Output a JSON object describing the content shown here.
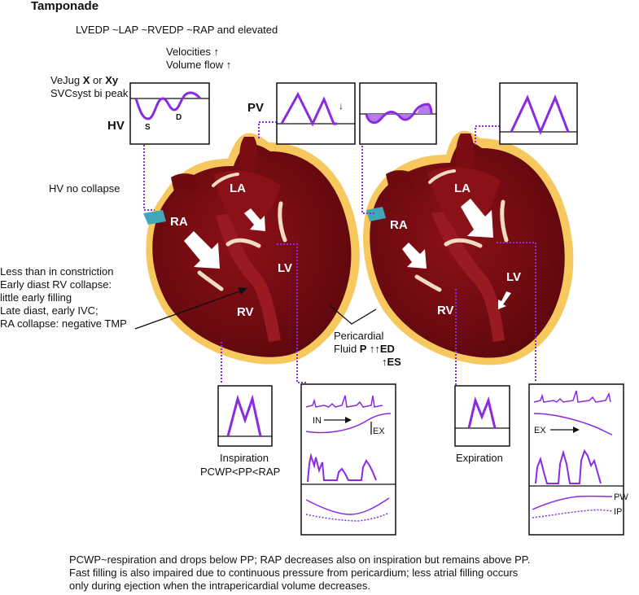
{
  "title": "Tamponade",
  "subtitle": "LVEDP ~LAP ~RVEDP ~RAP and elevated",
  "velocities": "Velocities ↑",
  "volume_flow": "Volume flow ↑",
  "vejug": {
    "prefix": "VeJug ",
    "x": "X",
    "or": " or ",
    "xy": "Xy"
  },
  "svc": "SVCsyst bi peak",
  "hv_label": "HV",
  "hv_s": "S",
  "hv_d": "D",
  "pv_label": "PV",
  "pv_arrow": "↓",
  "hv_no_collapse": "HV no collapse",
  "heart_labels": {
    "la": "LA",
    "ra": "RA",
    "lv": "LV",
    "rv": "RV"
  },
  "left_notes": [
    "Less than in constriction",
    "Early diast RV collapse:",
    "little early filling",
    "Late diast, early IVC;",
    "RA collapse: negative TMP"
  ],
  "pericardial": {
    "line1": "Pericardial",
    "line2_prefix": "Fluid ",
    "line2_bold": "P ↑↑ED",
    "line3": "↑ES"
  },
  "inspiration": "Inspiration",
  "pressure_order": "PCWP<PP<RAP",
  "expiration": "Expiration",
  "resp_labels": {
    "in": "IN",
    "ex": "EX",
    "pw": "PW",
    "ip": "IP"
  },
  "bottom_text": [
    "PCWP~respiration and drops below PP; RAP decreases also on inspiration but remains above PP.",
    "Fast filling is also impaired due to continuous pressure from pericardium; less atrial filling occurs",
    "only during ejection when the intrapericardial volume decreases."
  ],
  "colors": {
    "purple": "#8a2be2",
    "heart_dark": "#7a0c12",
    "heart_mid": "#a3141c",
    "glow": "#f2c25a",
    "vessel_teal": "#3fa7b5"
  }
}
